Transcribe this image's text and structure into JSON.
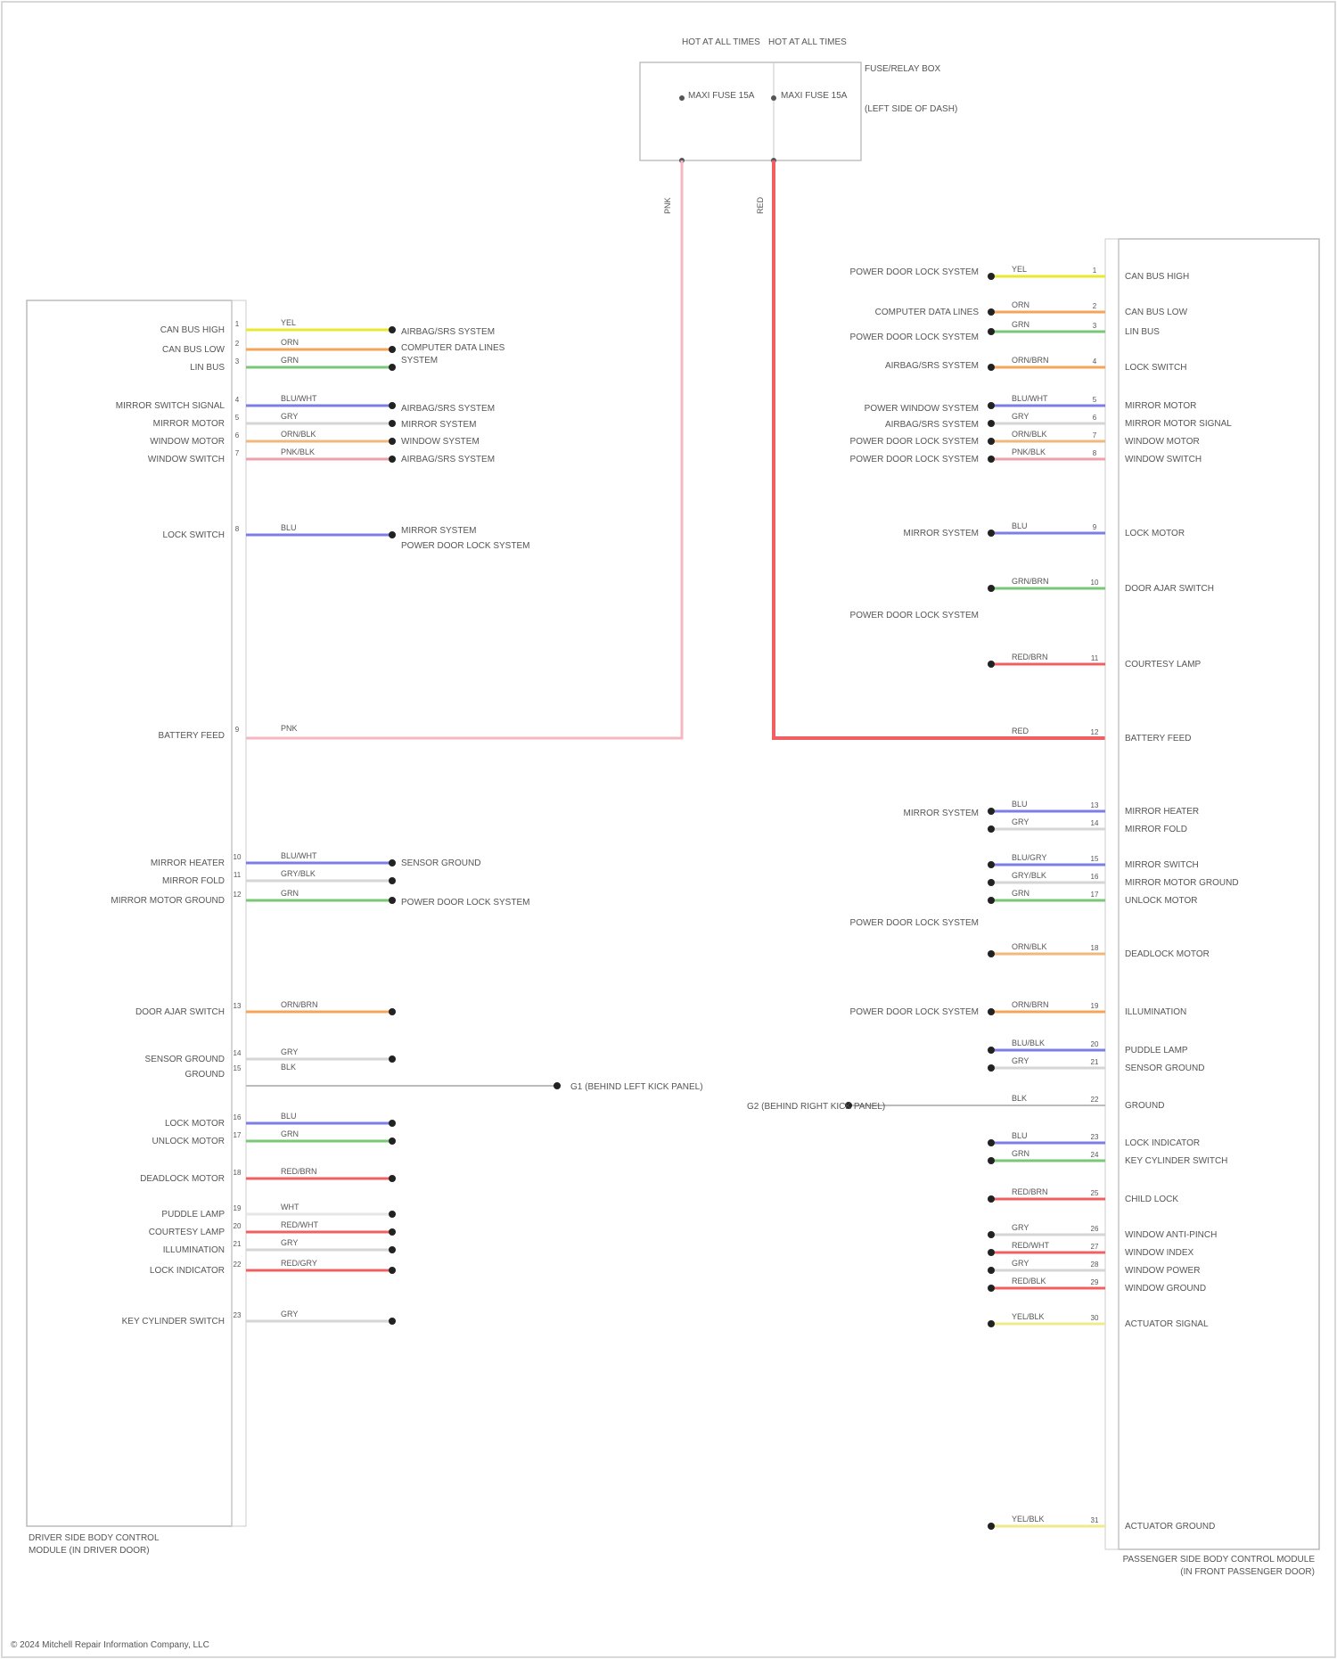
{
  "diagram": {
    "footer": "© 2024 Mitchell Repair Information Company, LLC",
    "left_module": {
      "title_line1": "DRIVER SIDE BODY CONTROL",
      "title_line2": "MODULE (IN DRIVER DOOR)"
    },
    "right_module": {
      "title_line1": "PASSENGER SIDE BODY CONTROL MODULE",
      "title_line2": "(IN FRONT PASSENGER DOOR)"
    },
    "fuse_block": {
      "left_top": "HOT AT ALL TIMES",
      "right_top": "HOT AT ALL TIMES",
      "left_fuse": "MAXI FUSE 15A",
      "right_fuse": "MAXI FUSE 15A",
      "note1": "FUSE/RELAY BOX",
      "note2": "(LEFT SIDE OF DASH)"
    },
    "ground_left": "G1 (BEHIND LEFT KICK PANEL)",
    "ground_right": "G2 (BEHIND RIGHT KICK PANEL)",
    "left_refs": [
      "AIRBAG/SRS SYSTEM",
      "COMPUTER DATA LINES",
      "SYSTEM",
      "AIRBAG/SRS SYSTEM",
      "MIRROR SYSTEM",
      "WINDOW SYSTEM",
      "AIRBAG/SRS SYSTEM",
      "MIRROR SYSTEM",
      "POWER DOOR LOCK SYSTEM",
      "SENSOR GROUND",
      "POWER DOOR LOCK SYSTEM"
    ],
    "right_refs": [
      "POWER DOOR LOCK SYSTEM",
      "COMPUTER DATA LINES",
      "POWER DOOR LOCK SYSTEM",
      "AIRBAG/SRS SYSTEM",
      "POWER WINDOW SYSTEM",
      "AIRBAG/SRS SYSTEM",
      "POWER DOOR LOCK SYSTEM",
      "POWER DOOR LOCK SYSTEM",
      "MIRROR SYSTEM",
      "POWER DOOR LOCK SYSTEM",
      "MIRROR SYSTEM",
      "POWER DOOR LOCK SYSTEM",
      "POWER DOOR LOCK SYSTEM"
    ],
    "left_pins": [
      {
        "label": "CAN BUS HIGH",
        "color": "YEL"
      },
      {
        "label": "CAN BUS LOW",
        "color": "ORN"
      },
      {
        "label": "LIN BUS",
        "color": "GRN"
      },
      {
        "label": "MIRROR SWITCH SIGNAL",
        "color": "BLU/WHT"
      },
      {
        "label": "MIRROR MOTOR",
        "color": "GRY"
      },
      {
        "label": "WINDOW MOTOR",
        "color": "ORN/BLK"
      },
      {
        "label": "WINDOW SWITCH",
        "color": "PNK/BLK"
      },
      {
        "label": "LOCK SWITCH",
        "color": "BLU"
      },
      {
        "label": "BATTERY FEED",
        "color": "PNK"
      },
      {
        "label": "MIRROR HEATER",
        "color": "BLU/WHT"
      },
      {
        "label": "MIRROR FOLD",
        "color": "GRY/BLK"
      },
      {
        "label": "MIRROR MOTOR GROUND",
        "color": "GRN"
      },
      {
        "label": "DOOR AJAR SWITCH",
        "color": "ORN/BRN"
      },
      {
        "label": "SENSOR GROUND",
        "color": "GRY"
      },
      {
        "label": "GROUND",
        "color": "BLK"
      },
      {
        "label": "LOCK MOTOR",
        "color": "BLU"
      },
      {
        "label": "UNLOCK MOTOR",
        "color": "GRN"
      },
      {
        "label": "DEADLOCK MOTOR",
        "color": "RED/BRN"
      },
      {
        "label": "PUDDLE LAMP",
        "color": "WHT"
      },
      {
        "label": "COURTESY LAMP",
        "color": "RED/WHT"
      },
      {
        "label": "ILLUMINATION",
        "color": "GRY"
      },
      {
        "label": "LOCK INDICATOR",
        "color": "RED/GRY"
      },
      {
        "label": "KEY CYLINDER SWITCH",
        "color": "GRY"
      }
    ],
    "right_pins": [
      {
        "label": "CAN BUS HIGH",
        "color": "YEL"
      },
      {
        "label": "CAN BUS LOW",
        "color": "ORN"
      },
      {
        "label": "LIN BUS",
        "color": "GRN"
      },
      {
        "label": "LOCK SWITCH",
        "color": "ORN/BRN"
      },
      {
        "label": "MIRROR MOTOR",
        "color": "BLU/WHT"
      },
      {
        "label": "MIRROR MOTOR SIGNAL",
        "color": "GRY"
      },
      {
        "label": "WINDOW MOTOR",
        "color": "ORN/BLK"
      },
      {
        "label": "WINDOW SWITCH",
        "color": "PNK/BLK"
      },
      {
        "label": "LOCK MOTOR",
        "color": "BLU"
      },
      {
        "label": "DOOR AJAR SWITCH",
        "color": "GRN/BRN"
      },
      {
        "label": "COURTESY LAMP",
        "color": "RED/BRN"
      },
      {
        "label": "BATTERY FEED",
        "color": "RED"
      },
      {
        "label": "MIRROR HEATER",
        "color": "BLU"
      },
      {
        "label": "MIRROR FOLD",
        "color": "GRY"
      },
      {
        "label": "MIRROR SWITCH",
        "color": "BLU/GRY"
      },
      {
        "label": "MIRROR MOTOR GROUND",
        "color": "GRY/BLK"
      },
      {
        "label": "UNLOCK MOTOR",
        "color": "GRN"
      },
      {
        "label": "DEADLOCK MOTOR",
        "color": "ORN/BLK"
      },
      {
        "label": "ILLUMINATION",
        "color": "ORN/BRN"
      },
      {
        "label": "PUDDLE LAMP",
        "color": "BLU/BLK"
      },
      {
        "label": "SENSOR GROUND",
        "color": "GRY"
      },
      {
        "label": "GROUND",
        "color": "BLK"
      },
      {
        "label": "LOCK INDICATOR",
        "color": "BLU"
      },
      {
        "label": "KEY CYLINDER SWITCH",
        "color": "GRN"
      },
      {
        "label": "CHILD LOCK",
        "color": "RED/BRN"
      },
      {
        "label": "WINDOW ANTI-PINCH",
        "color": "GRY"
      },
      {
        "label": "WINDOW INDEX",
        "color": "RED/WHT"
      },
      {
        "label": "WINDOW POWER",
        "color": "GRY"
      },
      {
        "label": "WINDOW GROUND",
        "color": "RED/BLK"
      },
      {
        "label": "ACTUATOR SIGNAL",
        "color": "YEL/BLK"
      },
      {
        "label": "ACTUATOR GROUND",
        "color": "YEL/BLK"
      }
    ],
    "colors": {
      "yellow": "#e8e830",
      "orange": "#f5a55a",
      "green": "#7ac776",
      "blue": "#7d7de6",
      "gray": "#d5d5d5",
      "orange_black": "#f0b87c",
      "pink_black": "#f0a0a8",
      "pink": "#f2a2ac",
      "red": "#f06060",
      "yellow_black": "#f0ea8a",
      "black": "#222222"
    }
  }
}
